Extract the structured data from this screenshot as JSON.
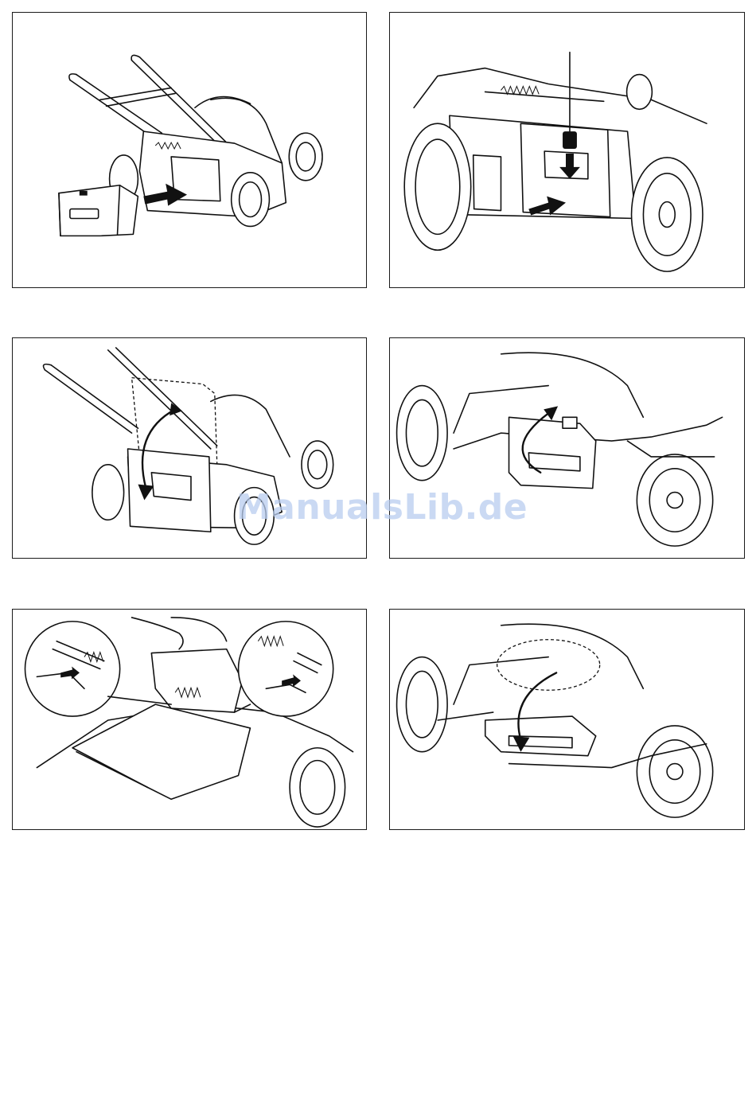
{
  "figures": [
    {
      "id": "fig1",
      "icon": "grass-box-insert-illustration"
    },
    {
      "id": "fig2",
      "icon": "grass-box-latch-illustration"
    },
    {
      "id": "fig3",
      "icon": "grass-box-lift-illustration"
    },
    {
      "id": "fig4",
      "icon": "rear-flap-open-illustration"
    },
    {
      "id": "fig5",
      "icon": "mulching-flap-spring-illustration"
    },
    {
      "id": "fig6",
      "icon": "rear-flap-close-illustration"
    }
  ],
  "watermark": "ManualsLib.de",
  "colors": {
    "line": "#111111",
    "watermark": "#b9cdef",
    "border": "#1a1a1a"
  }
}
